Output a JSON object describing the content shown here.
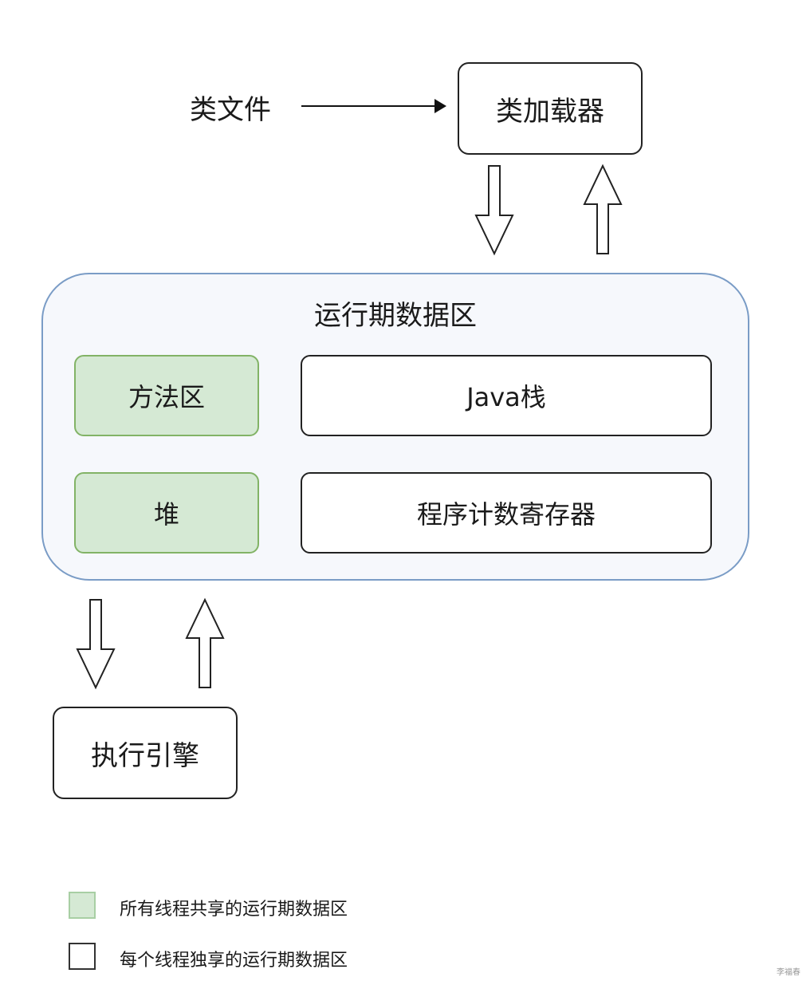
{
  "class_file_label": "类文件",
  "class_loader_label": "类加载器",
  "runtime_area": {
    "title": "运行期数据区",
    "method_area": "方法区",
    "heap": "堆",
    "java_stack": "Java栈",
    "program_counter": "程序计数寄存器"
  },
  "execution_engine_label": "执行引擎",
  "legend": {
    "shared": "所有线程共享的运行期数据区",
    "exclusive": "每个线程独享的运行期数据区"
  },
  "watermark": "李福春",
  "colors": {
    "shared_fill": "#d5e9d4",
    "shared_border": "#82b366",
    "region_border": "#7a9cc6",
    "region_fill": "#f6f8fc"
  }
}
